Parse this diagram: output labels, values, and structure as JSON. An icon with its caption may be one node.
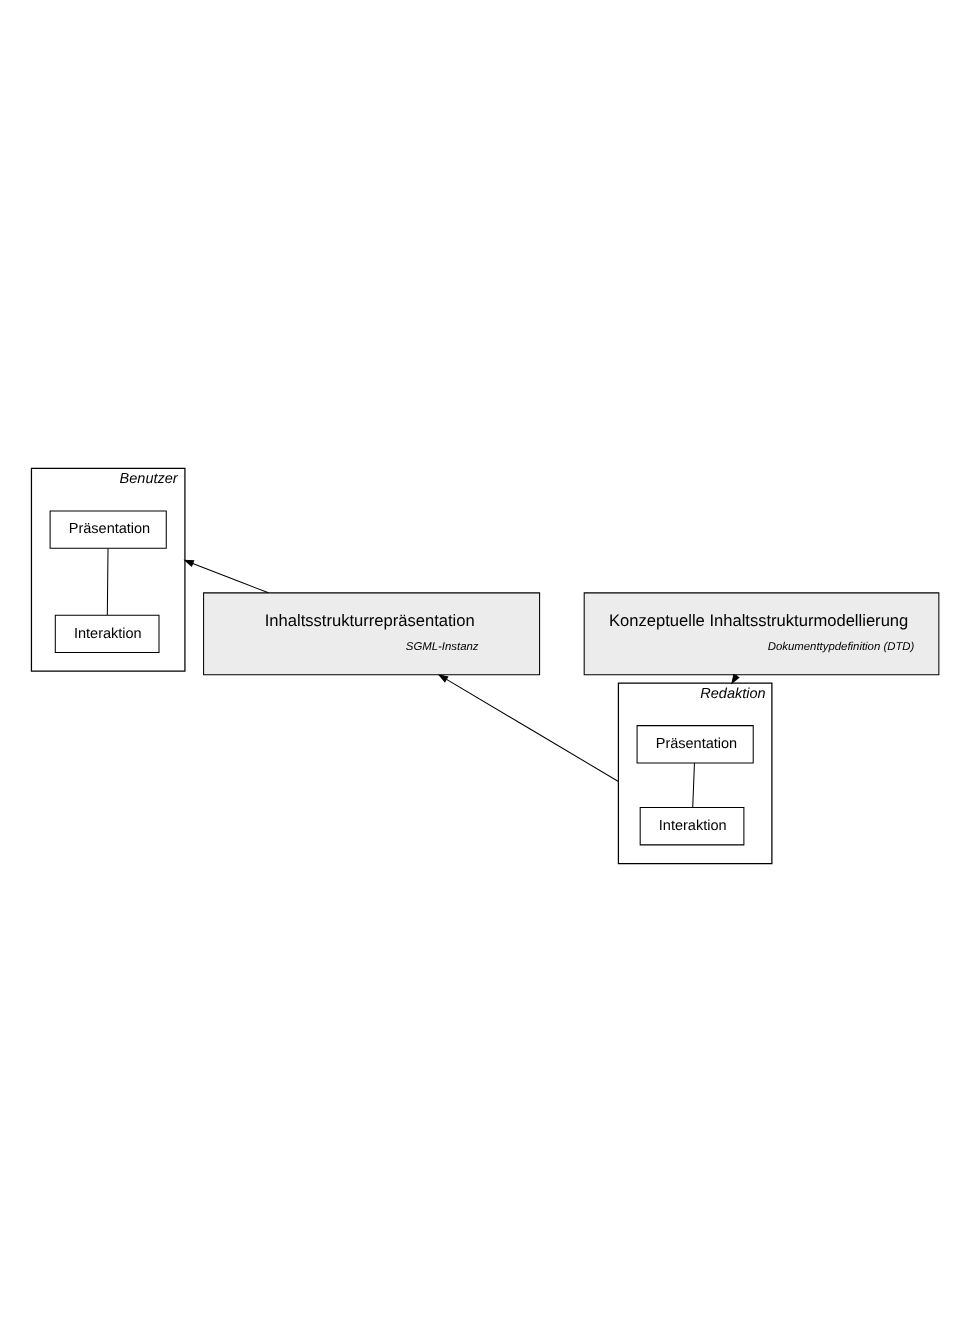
{
  "diagram": {
    "nodes": [
      {
        "text": [
          "Benutzer"
        ]
      },
      {
        "text": [
          "Präsentation"
        ],
        "in": 0
      },
      {
        "text": [
          "Interaktion"
        ],
        "in": 0
      },
      {
        "text": [
          "Inhaltsstrukturrepräsentation",
          "SGML-Instanz"
        ]
      },
      {
        "text": [
          "Konzeptuelle Inhaltsstrukturmodellierung",
          "Dokumenttypdefinition (DTD)"
        ]
      },
      {
        "text": [
          "Redaktion"
        ]
      },
      {
        "text": [
          "Präsentation"
        ],
        "in": 5
      },
      {
        "text": [
          "Interaktion"
        ],
        "in": 5
      }
    ],
    "edges": [
      {
        "from": 3,
        "to": 0,
        "arrow": "to"
      },
      {
        "from": 1,
        "to": 2,
        "arrow": "none"
      },
      {
        "from": 5,
        "to": 3,
        "arrow": "to"
      },
      {
        "from": 4,
        "to": 5,
        "arrow": "to"
      },
      {
        "from": 6,
        "to": 7,
        "arrow": "none"
      }
    ]
  }
}
